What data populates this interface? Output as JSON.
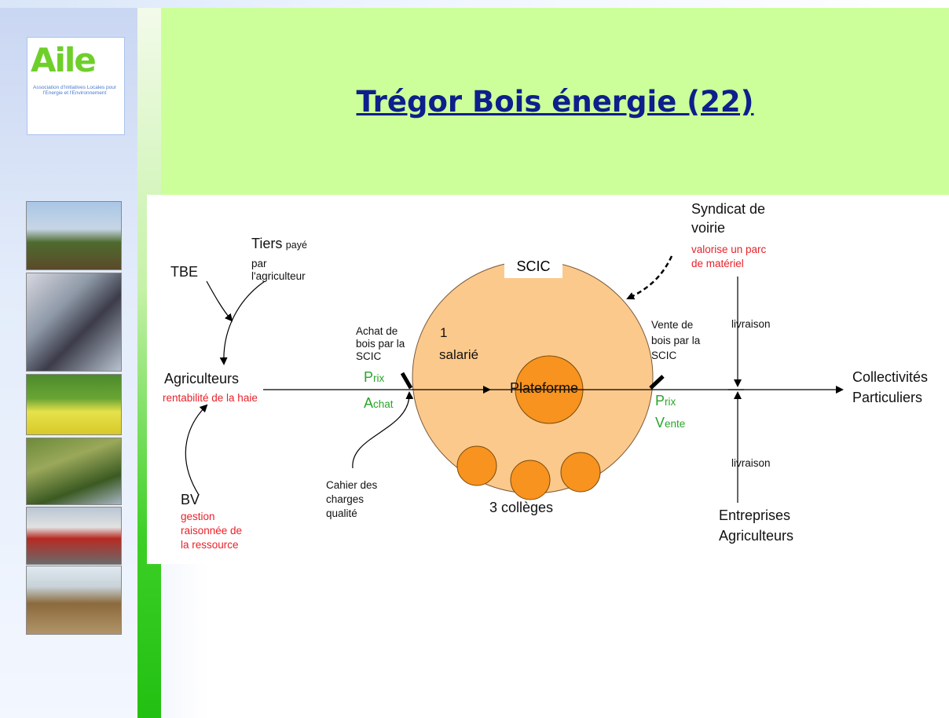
{
  "title": "Trégor Bois énergie (22)",
  "logo": {
    "mark": "Aile",
    "subtitle": "Association d'Initiatives Locales pour l'Energie et l'Environnement"
  },
  "sidebar_photos": [
    "farm-harvest-photo",
    "worker-photo",
    "crop-field-photo",
    "hedge-trees-photo",
    "barn-tractor-photo",
    "wood-shed-photo"
  ],
  "diagram": {
    "tbe": "TBE",
    "tiers": "Tiers",
    "tiers_small": "payé",
    "tiers_line2": "par",
    "tiers_line3": "l'agriculteur",
    "agriculteurs": "Agriculteurs",
    "rentabilite": "rentabilité de la haie",
    "bv": "BV",
    "bv_note_1": "gestion",
    "bv_note_2": "raisonnée de",
    "bv_note_3": "la ressource",
    "achat_1": "Achat de",
    "achat_2": "bois par la",
    "achat_3": "SCIC",
    "prix_achat_p": "P",
    "prix_achat_rest": "rix",
    "achat_a": "A",
    "achat_rest": "chat",
    "cahier_1": "Cahier des",
    "cahier_2": "charges",
    "cahier_3": "qualité",
    "scic": "SCIC",
    "salarie_1": "1",
    "salarie_2": "salarié",
    "plateforme": "Plateforme",
    "colleges": "3 collèges",
    "syndicat_1": "Syndicat de",
    "syndicat_2": "voirie",
    "valorise_1": "valorise un parc",
    "valorise_2": "de matériel",
    "vente_1": "Vente de",
    "vente_2": "bois par la",
    "vente_3": "SCIC",
    "prix_vente_p": "P",
    "prix_vente_rest": "rix",
    "vente_v": "V",
    "vente_rest": "ente",
    "livraison_top": "livraison",
    "livraison_bottom": "livraison",
    "collectivites": "Collectivités",
    "particuliers": "Particuliers",
    "entreprises": "Entreprises",
    "agriculteurs2": "Agriculteurs"
  },
  "colors": {
    "title": "#0d1f8c",
    "title_band": "#ccff99",
    "circle_fill": "#fcc98c",
    "inner_circle": "#f7931e",
    "red_note": "#e8222a",
    "green_note": "#2aa52a"
  }
}
